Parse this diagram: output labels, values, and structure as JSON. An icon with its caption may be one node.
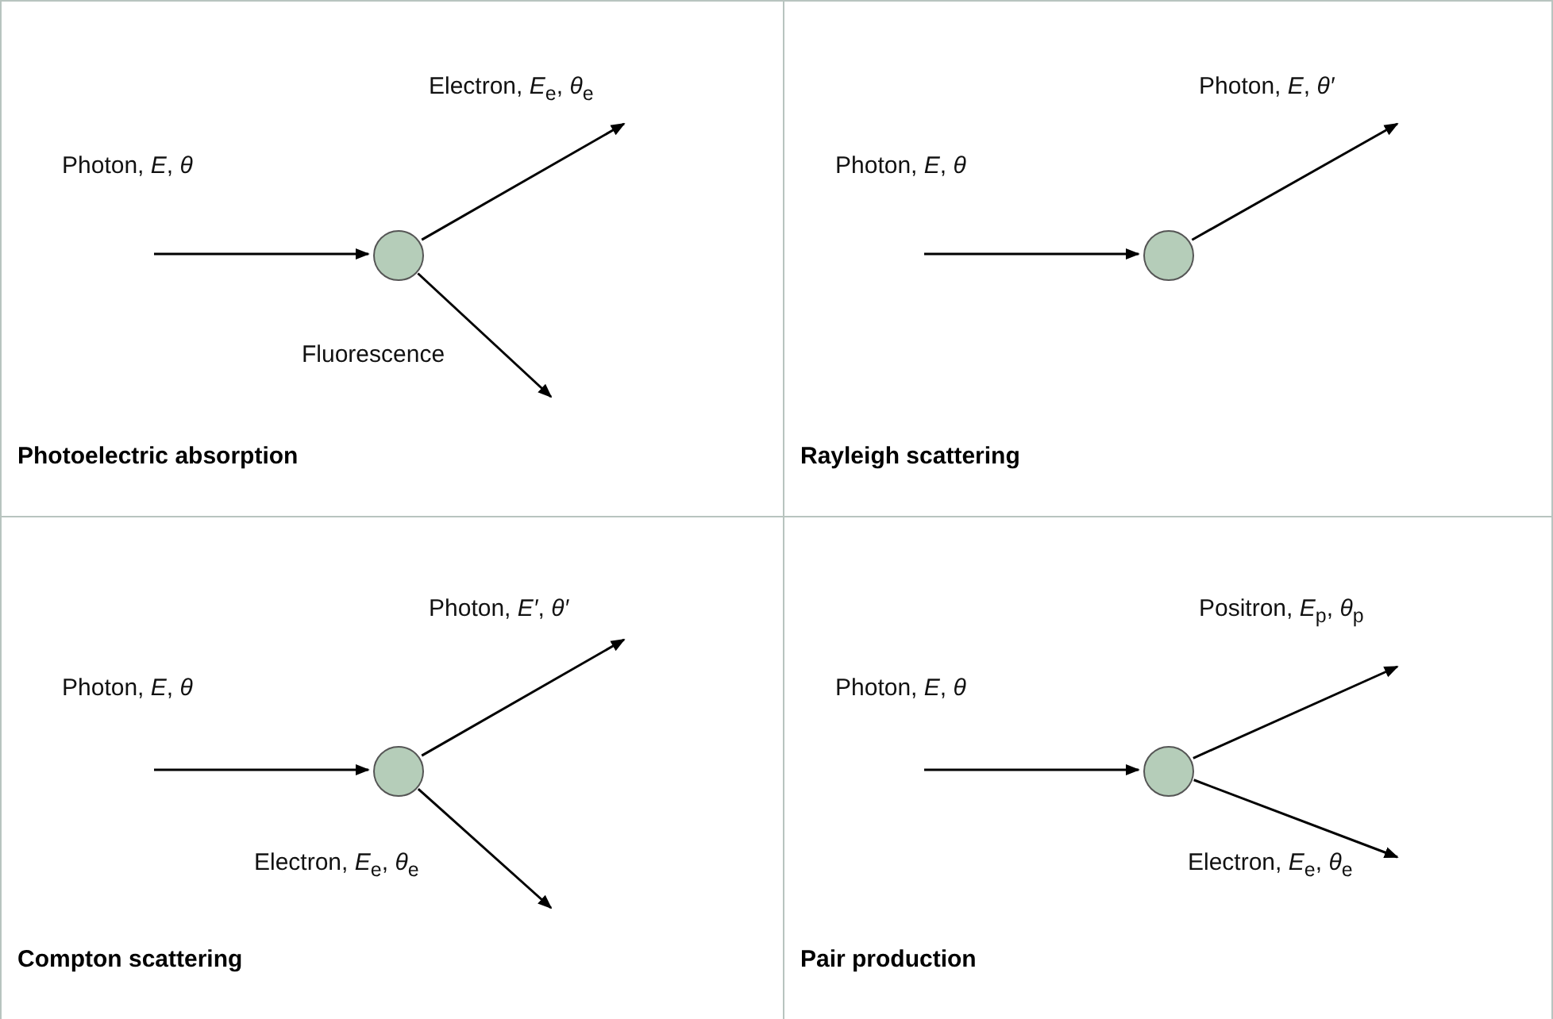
{
  "diagram": {
    "nodes": [
      {
        "text": [
          "Photoelectric absorption"
        ]
      },
      {
        "text": [],
        "shape": "circle",
        "in": 0
      },
      {
        "text": [
          "Rayleigh scattering"
        ]
      },
      {
        "text": [],
        "shape": "circle",
        "in": 2
      },
      {
        "text": [
          "Compton scattering"
        ]
      },
      {
        "text": [],
        "shape": "circle",
        "in": 4
      },
      {
        "text": [
          "Pair production"
        ]
      },
      {
        "text": [],
        "shape": "circle",
        "in": 6
      }
    ],
    "edges": [
      {
        "from": null,
        "to": 1,
        "arrow": "to",
        "label": "Photon, *E*, *θ*"
      },
      {
        "from": 1,
        "to": null,
        "arrow": "to",
        "label": "Electron, *E*$_{e}$, *θ*$_{e}$"
      },
      {
        "from": 1,
        "to": null,
        "arrow": "to",
        "label": "Fluorescence"
      },
      {
        "from": null,
        "to": 3,
        "arrow": "to",
        "label": "Photon, *E*, *θ*"
      },
      {
        "from": 3,
        "to": null,
        "arrow": "to",
        "label": "Photon, *E*, *θ′*"
      },
      {
        "from": null,
        "to": 5,
        "arrow": "to",
        "label": "Photon, *E*, *θ*"
      },
      {
        "from": 5,
        "to": null,
        "arrow": "to",
        "label": "Photon, *E′*, *θ′*"
      },
      {
        "from": 5,
        "to": null,
        "arrow": "to",
        "label": "Electron, *E*$_{e}$, *θ*$_{e}$"
      },
      {
        "from": null,
        "to": 7,
        "arrow": "to",
        "label": "Photon, *E*, *θ*"
      },
      {
        "from": 7,
        "to": null,
        "arrow": "to",
        "label": "Positron, *E*$_{p}$, *θ*$_{p}$"
      },
      {
        "from": 7,
        "to": null,
        "arrow": "to",
        "label": "Electron, *E*$_{e}$, *θ*$_{e}$"
      }
    ]
  }
}
